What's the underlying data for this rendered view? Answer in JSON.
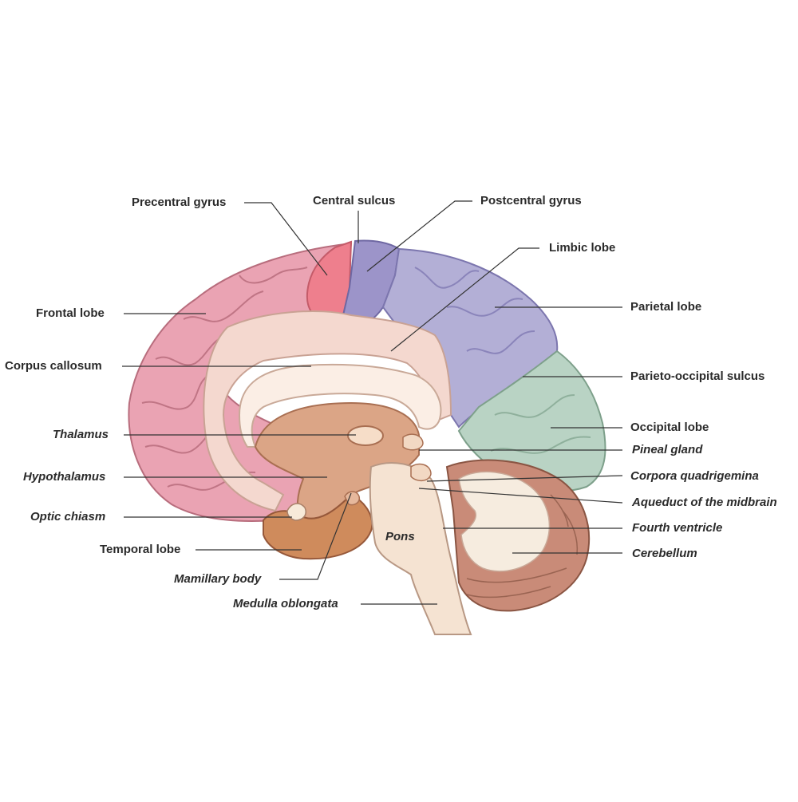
{
  "labels": {
    "precentral_gyrus": "Precentral gyrus",
    "central_sulcus": "Central sulcus",
    "postcentral_gyrus": "Postcentral gyrus",
    "limbic_lobe": "Limbic lobe",
    "parietal_lobe": "Parietal lobe",
    "frontal_lobe": "Frontal lobe",
    "corpus_callosum": "Corpus callosum",
    "parieto_occipital_sulcus": "Parieto-occipital sulcus",
    "occipital_lobe": "Occipital lobe",
    "thalamus": "Thalamus",
    "pineal_gland": "Pineal gland",
    "hypothalamus": "Hypothalamus",
    "corpora_quadrigemina": "Corpora quadrigemina",
    "aqueduct_of_the_midbrain": "Aqueduct of the midbrain",
    "optic_chiasm": "Optic chiasm",
    "fourth_ventricle": "Fourth ventricle",
    "temporal_lobe": "Temporal lobe",
    "cerebellum": "Cerebellum",
    "mamillary_body": "Mamillary body",
    "medulla_oblongata": "Medulla oblongata",
    "pons": "Pons"
  },
  "colors": {
    "frontal": "#eaa3b3",
    "precentral": "#ee7f8d",
    "postcentral": "#9c94c9",
    "parietal": "#b3afd6",
    "occipital": "#b9d3c4",
    "limbic": "#f4d8cf",
    "corpus": "#fbeee5",
    "brainstem": "#f5e3d2",
    "diencephalon": "#dba586",
    "temporal": "#cf8b5c",
    "cerebellum": "#c98b78",
    "arbor": "#f6ecdf",
    "line": "#333333"
  }
}
